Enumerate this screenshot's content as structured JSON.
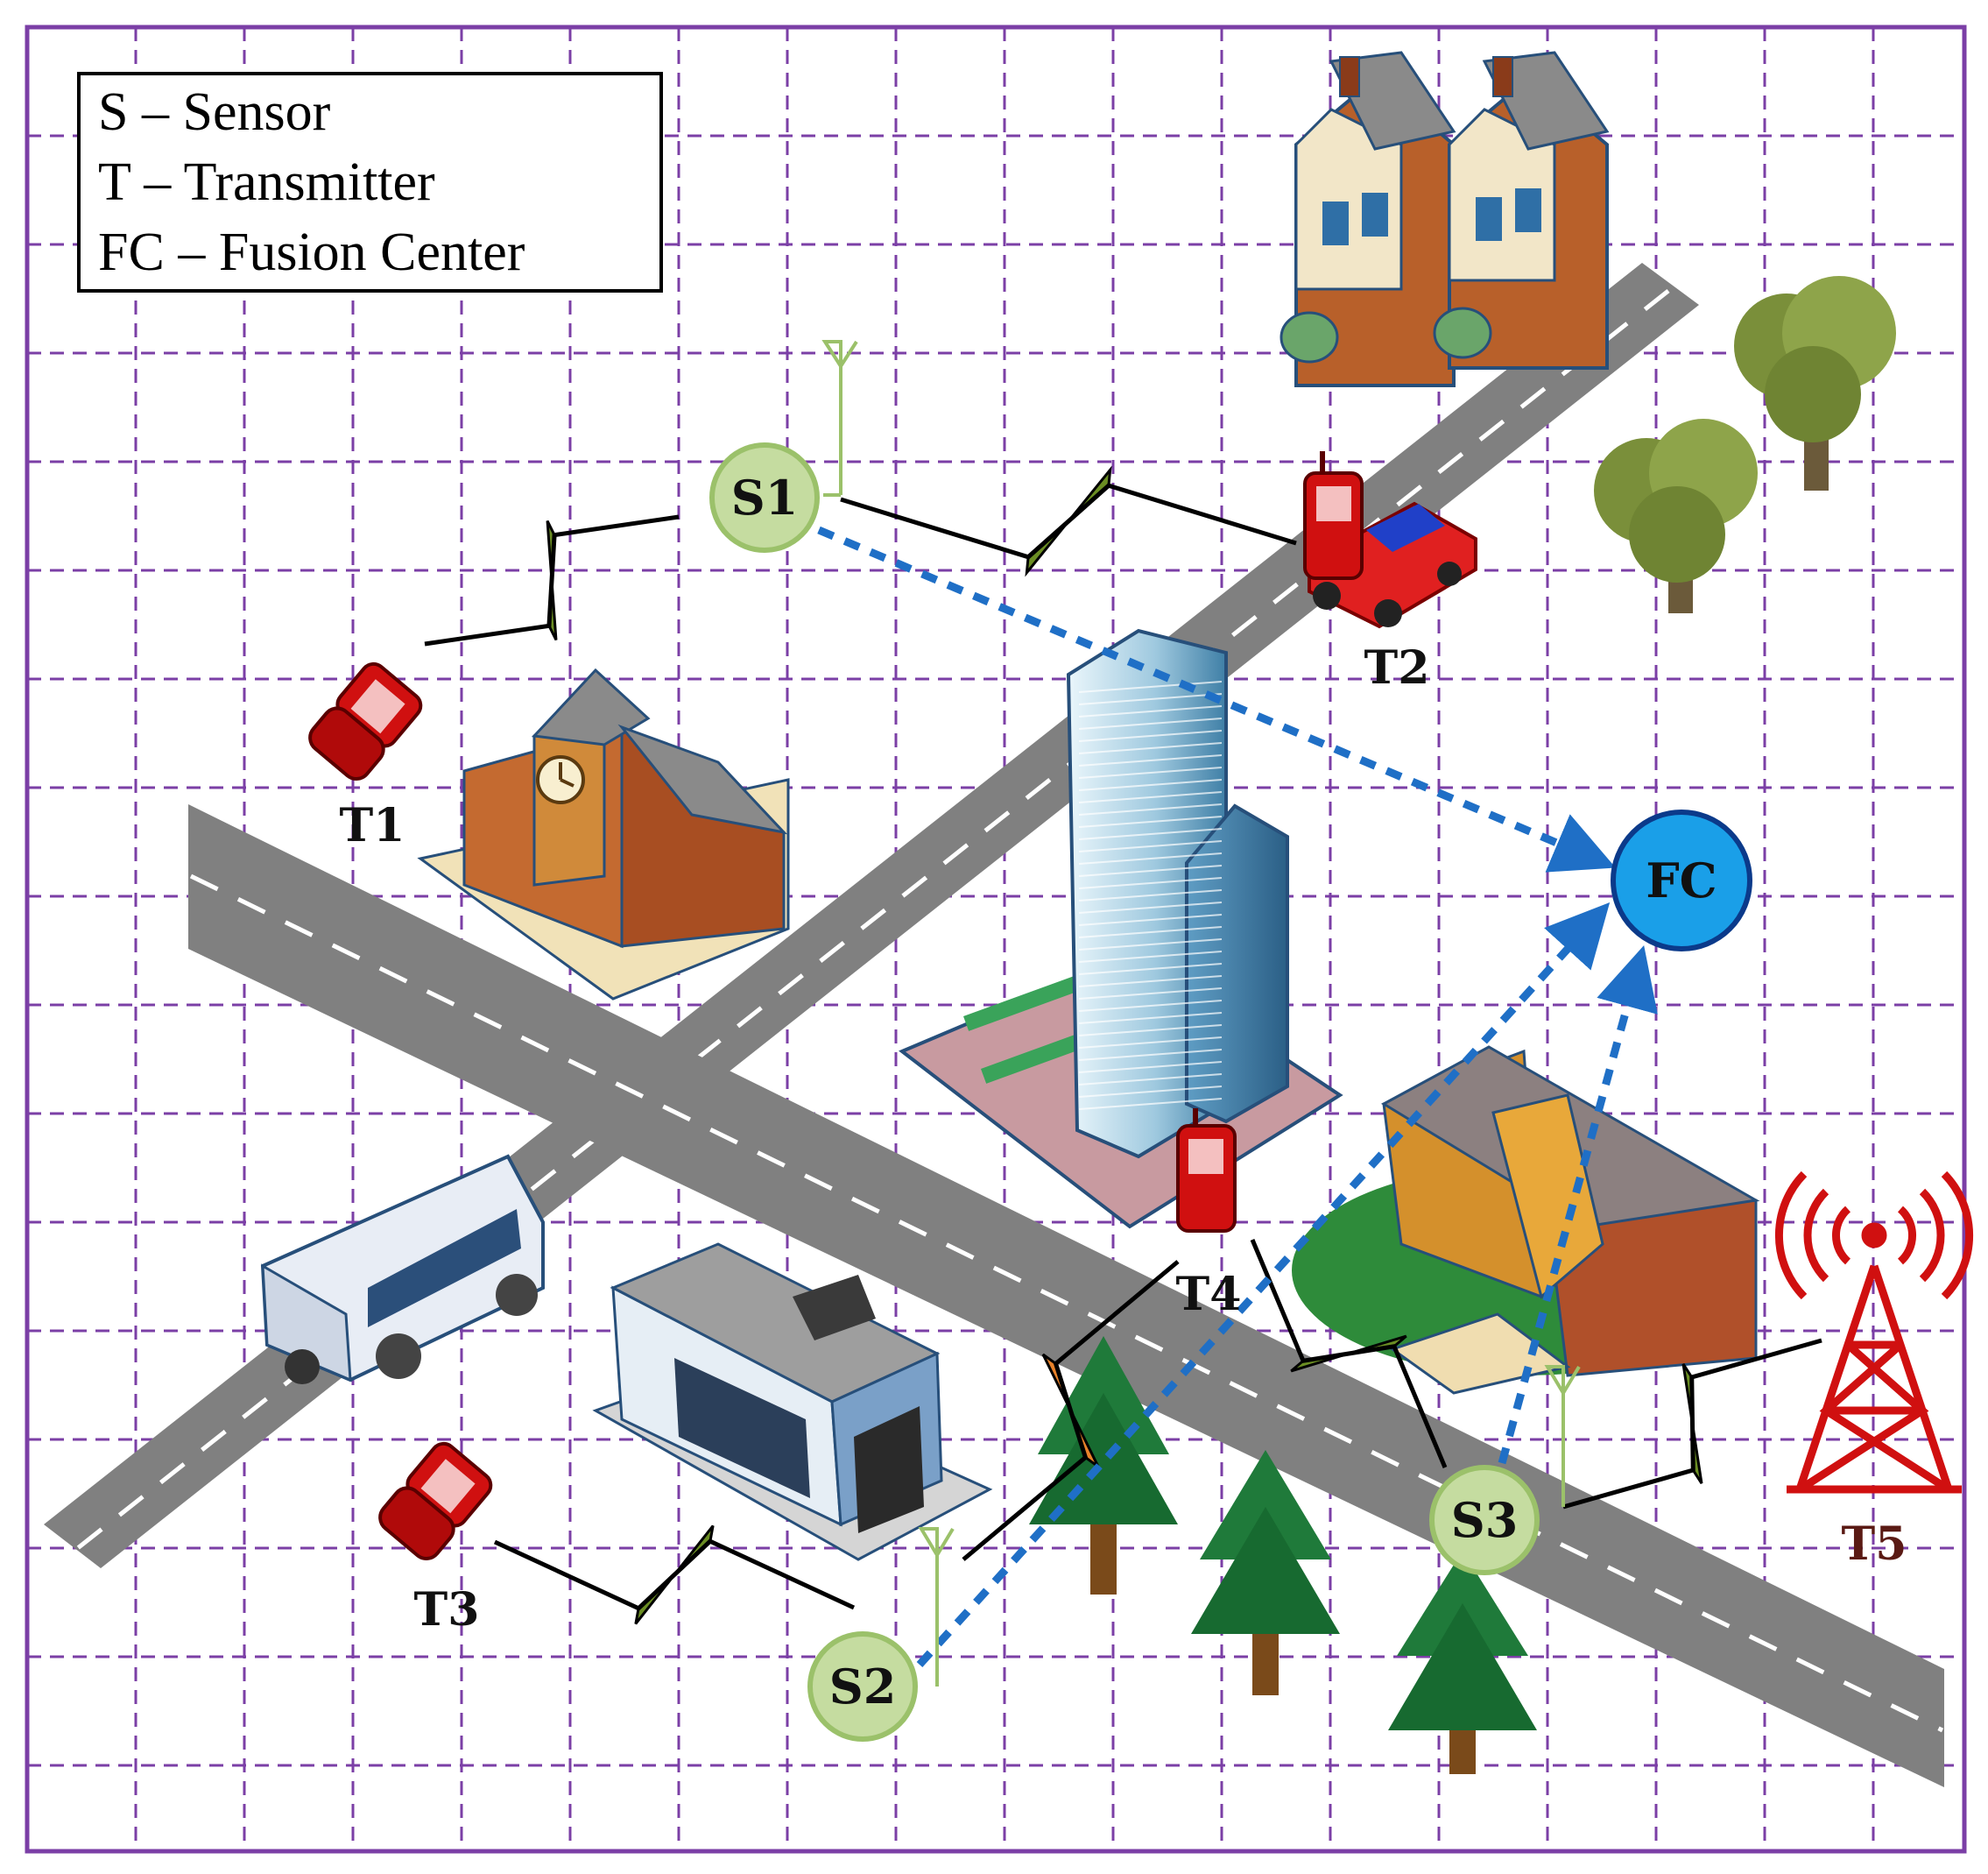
{
  "legend": {
    "lines": [
      "S – Sensor",
      "T – Transmitter",
      "FC – Fusion Center"
    ]
  },
  "sensors": [
    {
      "id": "S1",
      "label": "S1"
    },
    {
      "id": "S2",
      "label": "S2"
    },
    {
      "id": "S3",
      "label": "S3"
    }
  ],
  "fusion_center": {
    "label": "FC"
  },
  "transmitters": [
    {
      "id": "T1",
      "label": "T1",
      "device": "flip-phone-icon"
    },
    {
      "id": "T2",
      "label": "T2",
      "device": "phone-on-car-icon"
    },
    {
      "id": "T3",
      "label": "T3",
      "device": "flip-phone-icon"
    },
    {
      "id": "T4",
      "label": "T4",
      "device": "phone-icon"
    },
    {
      "id": "T5",
      "label": "T5",
      "device": "radio-tower-icon"
    }
  ],
  "colors": {
    "grid": "#7b3fa6",
    "road": "#808080",
    "sensor_fill": "#c5dca0",
    "sensor_stroke": "#9bc16a",
    "fc_fill": "#1a9fe8",
    "fc_stroke": "#0b3a8a",
    "fusion_link": "#1f6fc6",
    "wireless_link": "#6b8e23",
    "interference_link": "#e8822a",
    "device_red": "#d01010",
    "tower_label": "#5a1a14"
  }
}
